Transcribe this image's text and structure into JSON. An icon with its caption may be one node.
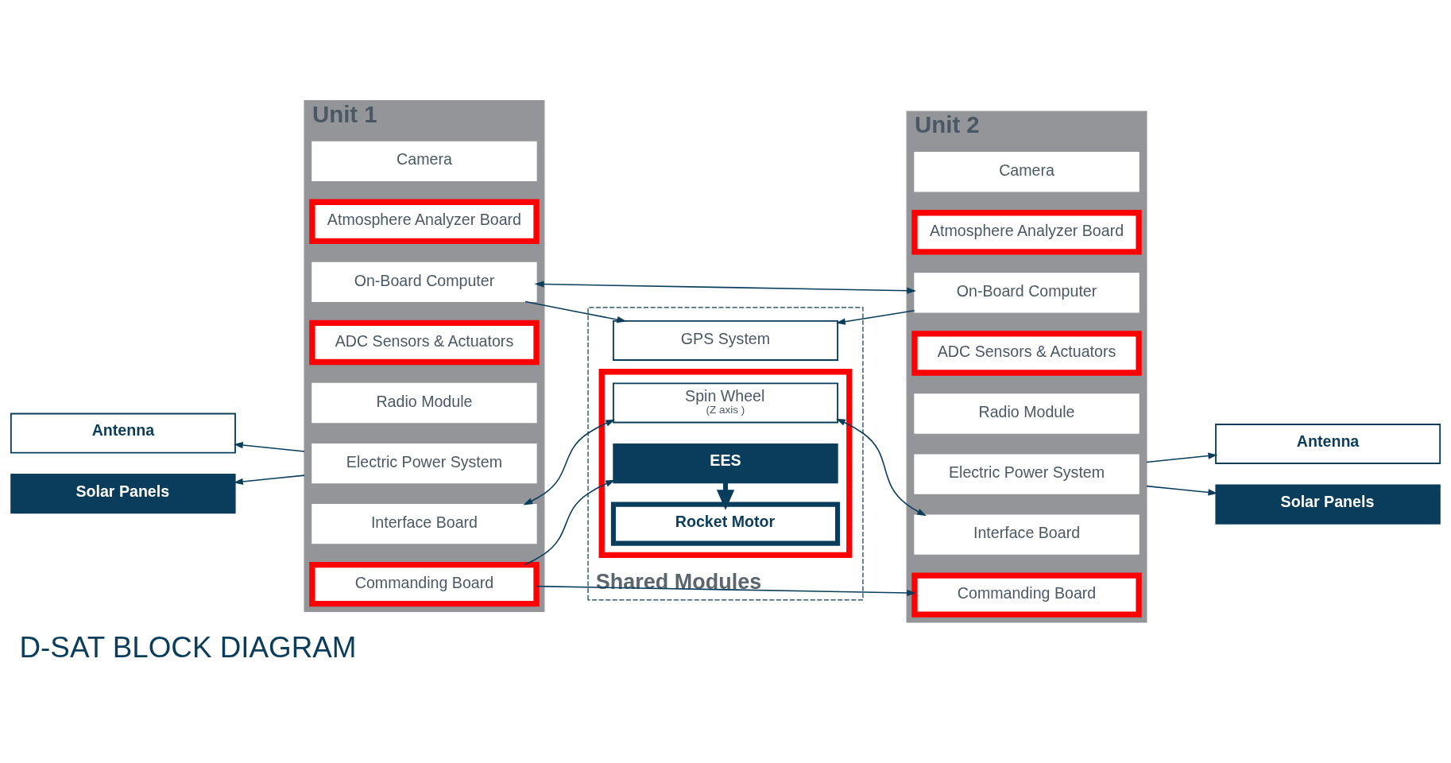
{
  "diagram": {
    "title": "D-SAT BLOCK DIAGRAM",
    "nodes": [
      {
        "text": [
          "Unit 1"
        ]
      },
      {
        "text": [
          "Camera"
        ],
        "in": 0
      },
      {
        "text": [
          "Atmosphere Analyzer Board"
        ],
        "in": 0
      },
      {
        "text": [
          "On-Board Computer"
        ],
        "in": 0
      },
      {
        "text": [
          "ADC Sensors & Actuators"
        ],
        "in": 0
      },
      {
        "text": [
          "Radio Module"
        ],
        "in": 0
      },
      {
        "text": [
          "Electric Power System"
        ],
        "in": 0
      },
      {
        "text": [
          "Interface Board"
        ],
        "in": 0
      },
      {
        "text": [
          "Commanding Board"
        ],
        "in": 0
      },
      {
        "text": [
          "Unit 2"
        ]
      },
      {
        "text": [
          "Camera"
        ],
        "in": 9
      },
      {
        "text": [
          "Atmosphere Analyzer Board"
        ],
        "in": 9
      },
      {
        "text": [
          "On-Board Computer"
        ],
        "in": 9
      },
      {
        "text": [
          "ADC Sensors & Actuators"
        ],
        "in": 9
      },
      {
        "text": [
          "Radio Module"
        ],
        "in": 9
      },
      {
        "text": [
          "Electric Power System"
        ],
        "in": 9
      },
      {
        "text": [
          "Interface Board"
        ],
        "in": 9
      },
      {
        "text": [
          "Commanding Board"
        ],
        "in": 9
      },
      {
        "text": [
          "Shared Modules"
        ]
      },
      {
        "text": [
          "GPS System"
        ],
        "in": 18
      },
      {
        "text": [],
        "shape": "box",
        "in": 18
      },
      {
        "text": [
          "Spin Wheel",
          "(Z axis )"
        ],
        "in": 20
      },
      {
        "text": [
          "EES"
        ],
        "in": 20
      },
      {
        "text": [
          "Rocket Motor"
        ],
        "in": 20
      },
      {
        "text": [
          "Antenna"
        ]
      },
      {
        "text": [
          "Solar Panels"
        ]
      },
      {
        "text": [
          "Antenna"
        ]
      },
      {
        "text": [
          "Solar Panels"
        ]
      }
    ],
    "edges": [
      {
        "from": 0,
        "to": 24,
        "arrow": "to"
      },
      {
        "from": 0,
        "to": 25,
        "arrow": "to"
      },
      {
        "from": 9,
        "to": 26,
        "arrow": "to"
      },
      {
        "from": 9,
        "to": 27,
        "arrow": "to"
      },
      {
        "from": 3,
        "to": 12,
        "arrow": "both"
      },
      {
        "from": 3,
        "to": 19,
        "arrow": "to"
      },
      {
        "from": 12,
        "to": 19,
        "arrow": "to"
      },
      {
        "from": 7,
        "to": 21,
        "arrow": "both"
      },
      {
        "from": 21,
        "to": 16,
        "arrow": "both"
      },
      {
        "from": 8,
        "to": 17,
        "arrow": "to"
      },
      {
        "from": 8,
        "to": 22,
        "arrow": "to"
      },
      {
        "from": 22,
        "to": 23,
        "arrow": "to",
        "style": "thick"
      }
    ]
  }
}
